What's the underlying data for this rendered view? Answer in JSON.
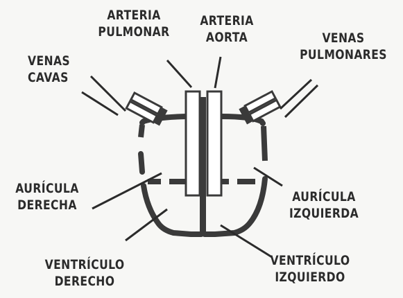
{
  "labels": {
    "arteria_pulmonar": [
      "ARTERIA",
      "PULMONAR"
    ],
    "arteria_aorta": [
      "ARTERIA",
      "AORTA"
    ],
    "venas_cavas": [
      "VENAS",
      "CAVAS"
    ],
    "venas_pulmonares": [
      "VENAS",
      "PULMONARES"
    ],
    "auricula_derecha": [
      "AURÍCULA",
      "DERECHA"
    ],
    "auricula_izquierda": [
      "AURÍCULA",
      "IZQUIERDA"
    ],
    "ventriculo_derecho": [
      "VENTRÍCULO",
      "DERECHO"
    ],
    "ventriculo_izquierdo": [
      "VENTRÍCULO",
      "IZQUIERDO"
    ]
  },
  "colors": {
    "ink": "#2b2b2b",
    "wall": "#3a3a3a",
    "vessel_fill": "#ffffff",
    "background": "#f7f7f5"
  }
}
